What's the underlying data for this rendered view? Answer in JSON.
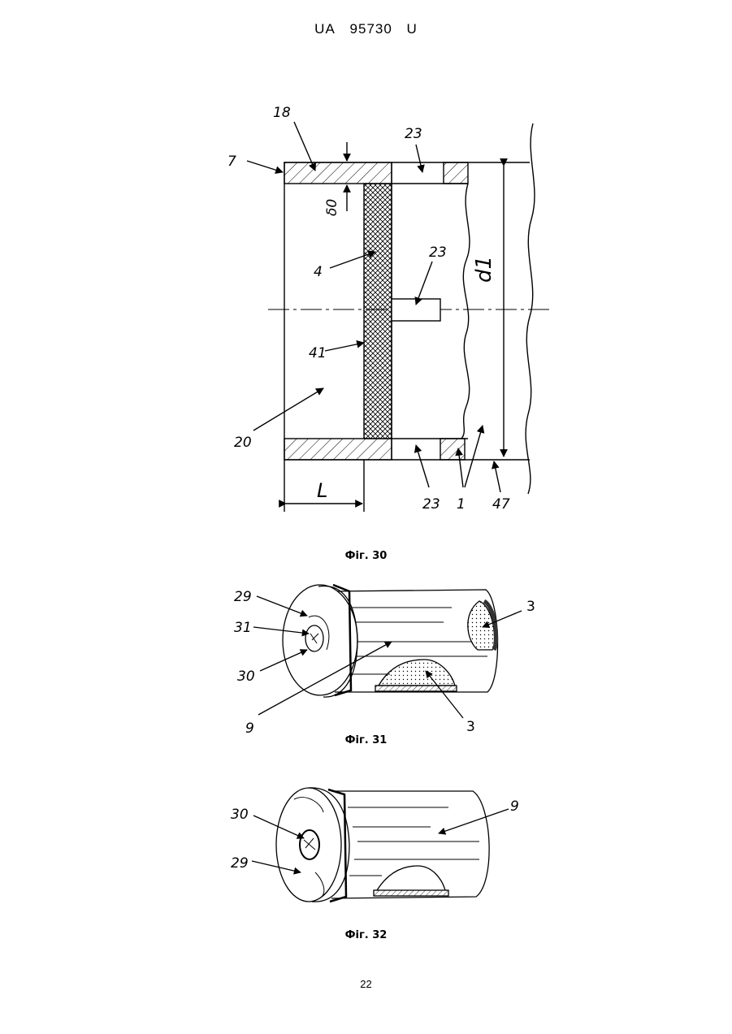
{
  "header": {
    "country": "UA",
    "number": "95730",
    "kind": "U"
  },
  "figures": [
    {
      "caption": "Фіг. 30",
      "labels": [
        "18",
        "7",
        "23",
        "δ0",
        "4",
        "23",
        "d1",
        "41",
        "20",
        "L",
        "23",
        "1",
        "47"
      ]
    },
    {
      "caption": "Фіг. 31",
      "labels": [
        "29",
        "31",
        "30",
        "9",
        "3",
        "3"
      ]
    },
    {
      "caption": "Фіг. 32",
      "labels": [
        "30",
        "29",
        "9"
      ]
    }
  ],
  "page_number": "22"
}
